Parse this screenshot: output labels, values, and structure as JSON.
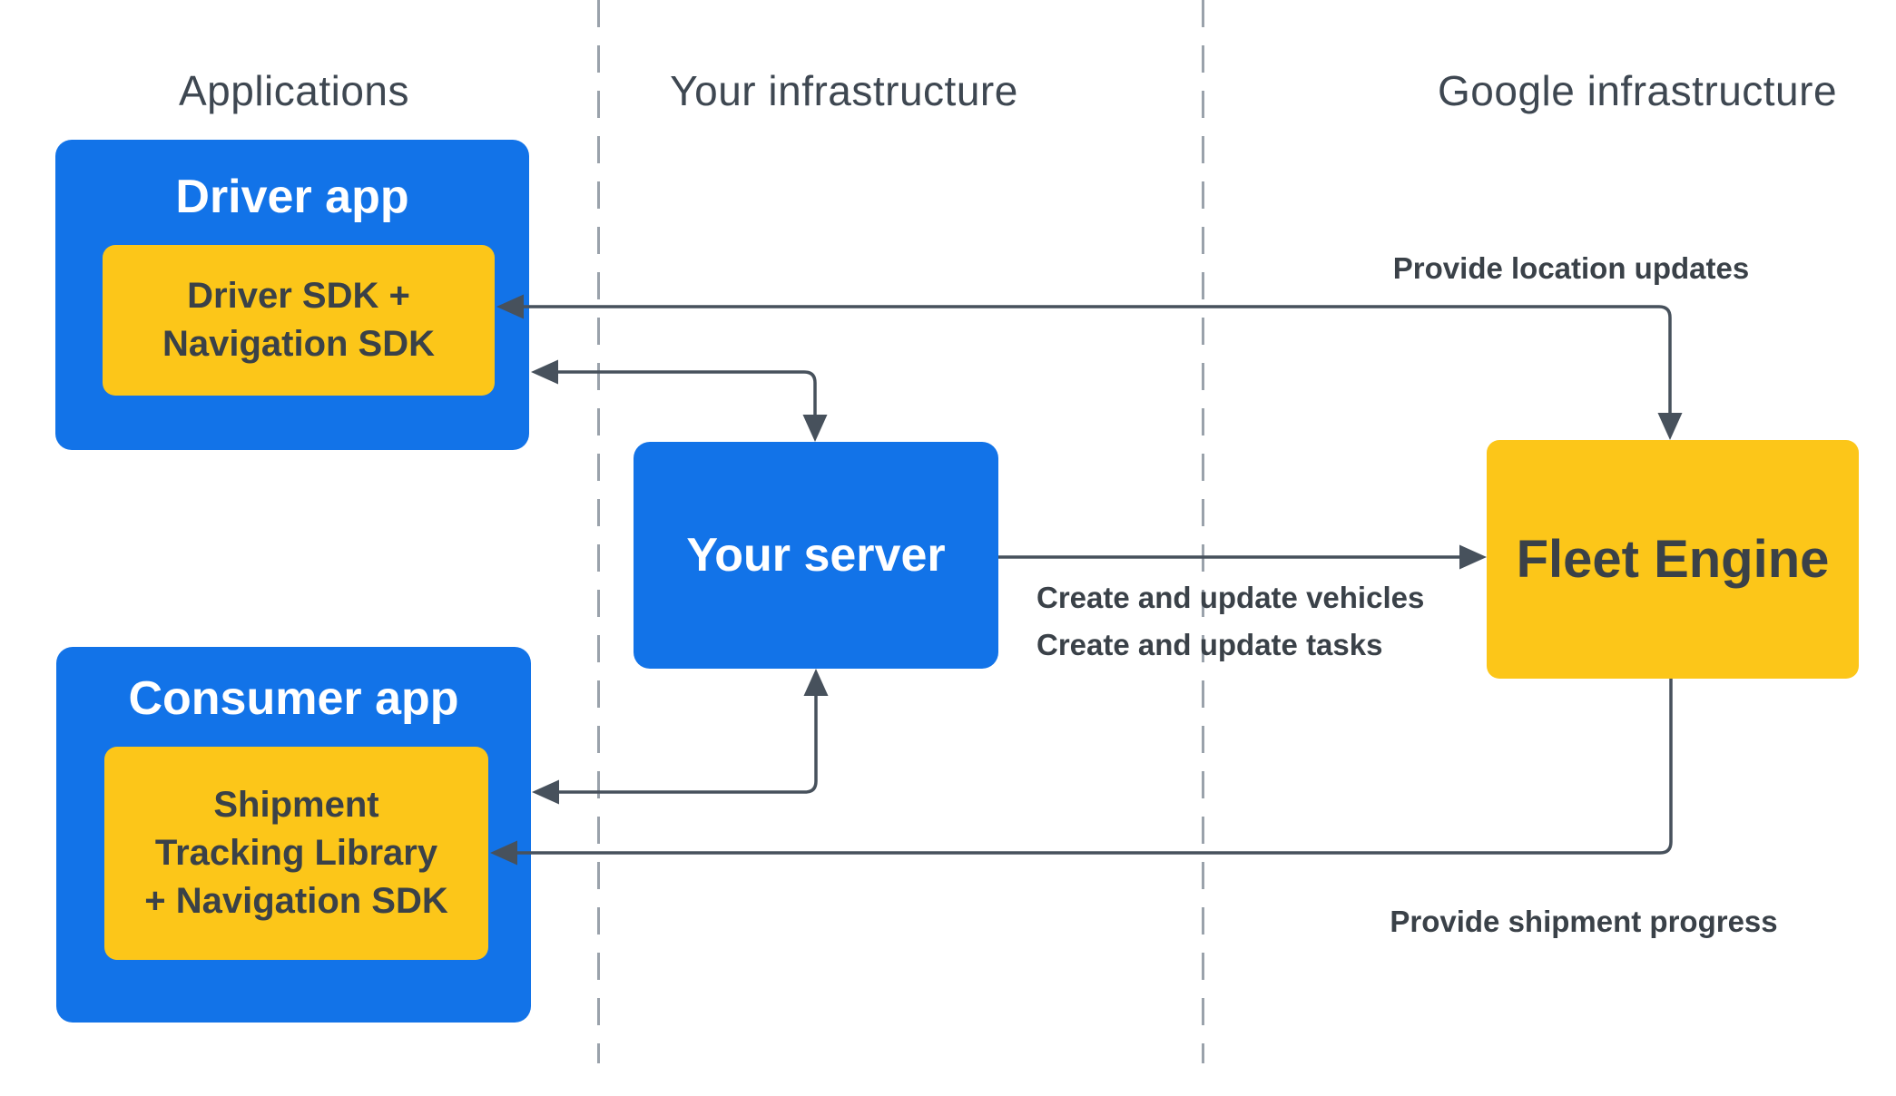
{
  "columns": [
    {
      "label": "Applications"
    },
    {
      "label": "Your infrastructure"
    },
    {
      "label": "Google infrastructure"
    }
  ],
  "nodes": {
    "driver_app": {
      "title": "Driver app",
      "sdk_lines": [
        "Driver SDK +",
        "Navigation SDK"
      ]
    },
    "consumer_app": {
      "title": "Consumer app",
      "sdk_lines": [
        "Shipment",
        "Tracking Library",
        "+ Navigation SDK"
      ]
    },
    "your_server": {
      "title": "Your server"
    },
    "fleet_engine": {
      "title": "Fleet Engine"
    }
  },
  "edge_labels": {
    "provide_location": "Provide location updates",
    "create_vehicles": "Create and update vehicles",
    "create_tasks": "Create and update tasks",
    "provide_shipment": "Provide shipment progress"
  },
  "colors": {
    "blue": "#1273e8",
    "yellow": "#fcc619",
    "line": "#47515c",
    "dash": "#9aa2ab",
    "dark-text": "#3a4148",
    "header-text": "#3e4751",
    "white": "#ffffff"
  }
}
